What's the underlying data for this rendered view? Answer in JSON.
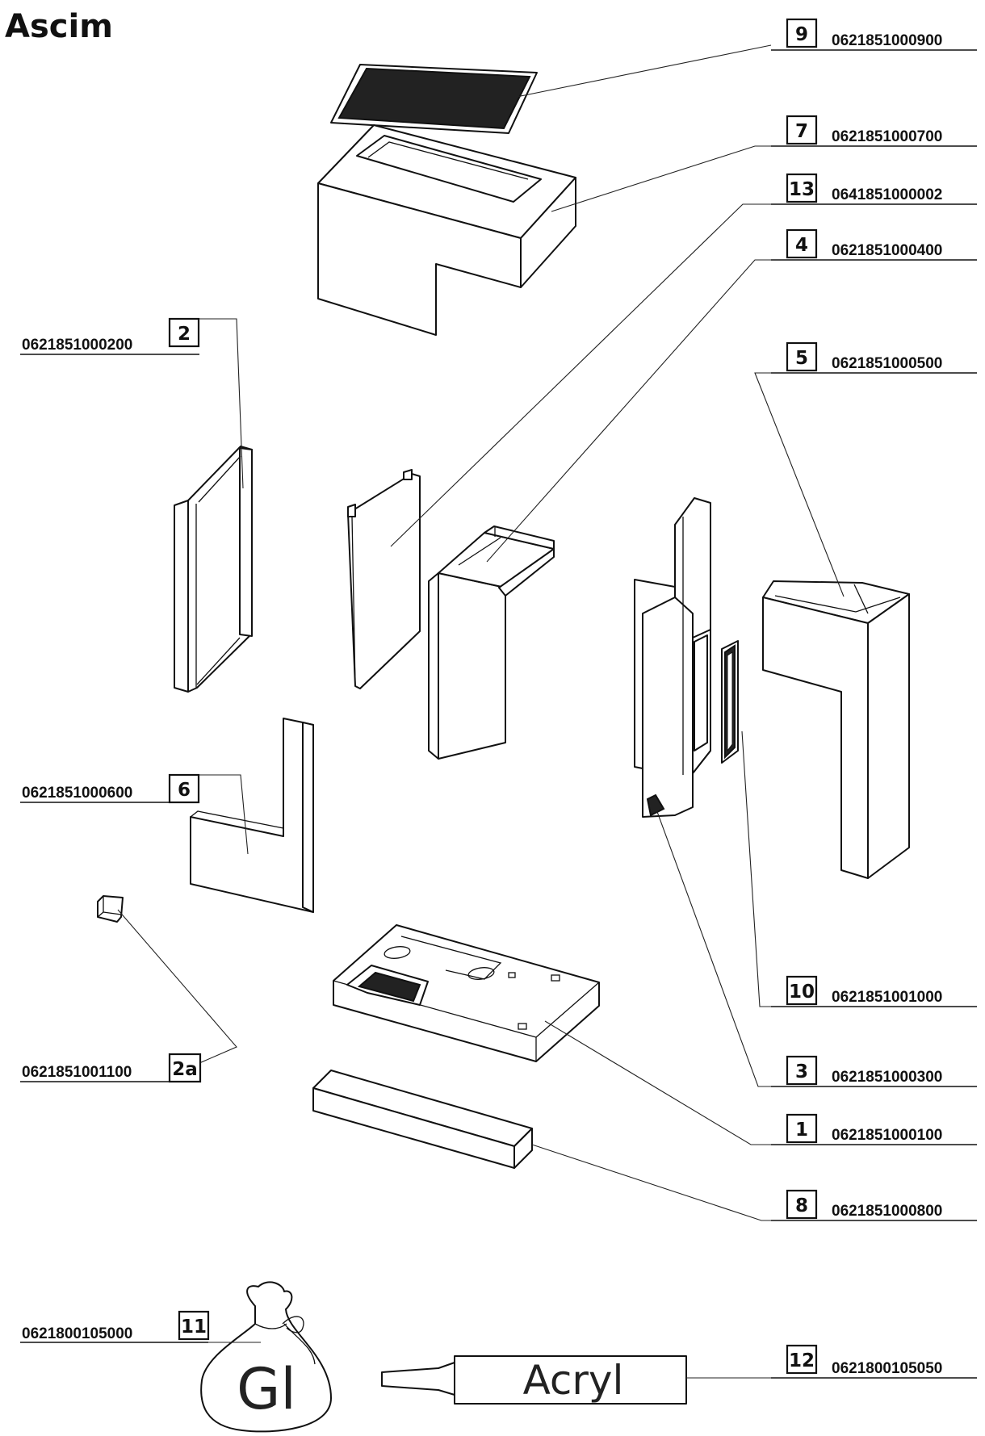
{
  "title": "Ascim",
  "callouts": {
    "c9": {
      "num": "9",
      "part_no": "0621851000900"
    },
    "c7": {
      "num": "7",
      "part_no": "0621851000700"
    },
    "c13": {
      "num": "13",
      "part_no": "0641851000002"
    },
    "c4": {
      "num": "4",
      "part_no": "0621851000400"
    },
    "c5": {
      "num": "5",
      "part_no": "0621851000500"
    },
    "c2": {
      "num": "2",
      "part_no": "0621851000200"
    },
    "c6": {
      "num": "6",
      "part_no": "0621851000600"
    },
    "c2a": {
      "num": "2a",
      "part_no": "0621851001100"
    },
    "c10": {
      "num": "10",
      "part_no": "0621851001000"
    },
    "c3": {
      "num": "3",
      "part_no": "0621851000300"
    },
    "c1": {
      "num": "1",
      "part_no": "0621851000100"
    },
    "c8": {
      "num": "8",
      "part_no": "0621851000800"
    },
    "c11": {
      "num": "11",
      "part_no": "0621800105000"
    },
    "c12": {
      "num": "12",
      "part_no": "0621800105050"
    }
  },
  "accessories": {
    "glue_bag_label": "Gl",
    "tube_label": "Acryl"
  }
}
